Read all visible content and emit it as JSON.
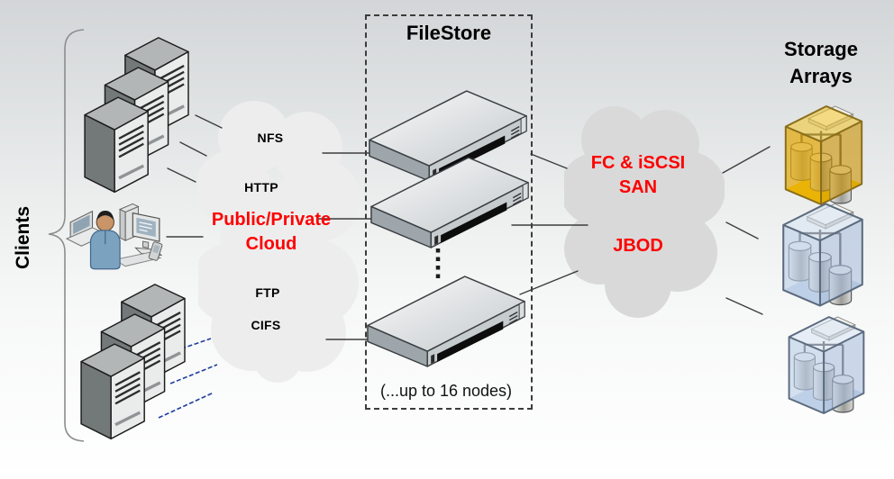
{
  "clients": {
    "label": "Clients"
  },
  "left_cloud": {
    "protocols": [
      "NFS",
      "HTTP",
      "FTP",
      "CIFS"
    ],
    "title_line1": "Public/Private",
    "title_line2": "Cloud"
  },
  "filestore": {
    "title": "FileStore",
    "caption": "(...up to 16 nodes)",
    "nodes_shown": 3
  },
  "right_cloud": {
    "san_line1": "FC & iSCSI",
    "san_line2": "SAN",
    "jbod": "JBOD"
  },
  "storage_arrays": {
    "title_line1": "Storage",
    "title_line2": "Arrays"
  },
  "colors": {
    "accent_red": "#FF0000",
    "left_cloud_fill": "#EDEDED",
    "right_cloud_fill": "#D9D9D9",
    "gold_array": "#E2A708",
    "blue_array": "#BBCEE7",
    "blue_dashed_line": "#1E3E9E"
  }
}
